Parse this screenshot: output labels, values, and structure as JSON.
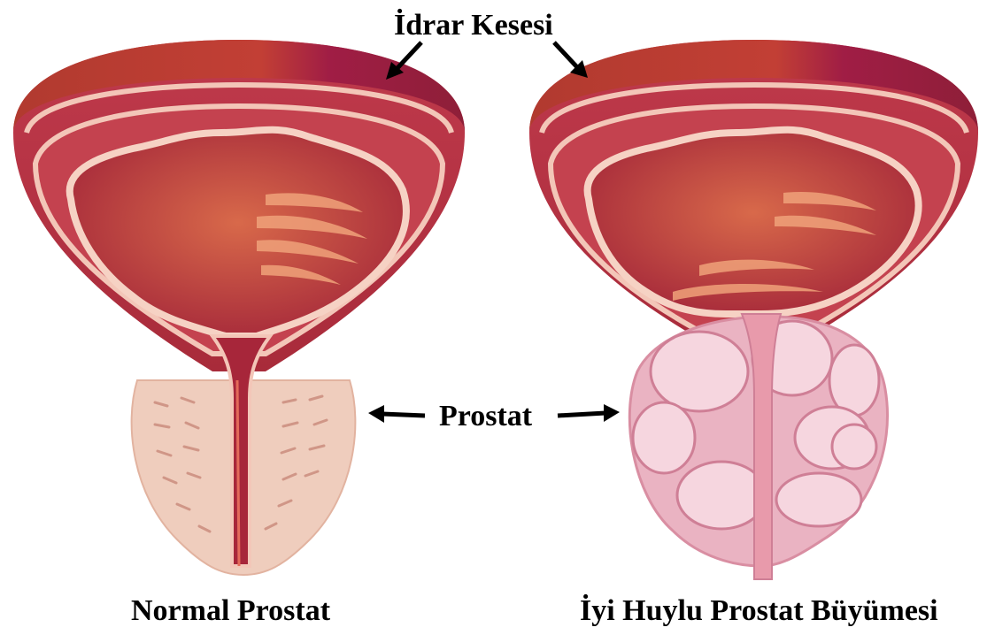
{
  "labels": {
    "bladder": "İdrar Kesesi",
    "prostate": "Prostat",
    "normal": "Normal Prostat",
    "enlarged": "İyi Huylu Prostat Büyümesi"
  },
  "colors": {
    "bladder_outer": "#b8304a",
    "bladder_rim": "#8e1f38",
    "bladder_lining": "#f3c6b8",
    "bladder_inner": "#c9513f",
    "rugae": "#f0a27a",
    "prostate_normal": "#efcdbd",
    "prostate_enlarged": "#eab3c2",
    "prostate_lobe": "#f6d6df",
    "arrow": "#000000",
    "text": "#000000"
  }
}
